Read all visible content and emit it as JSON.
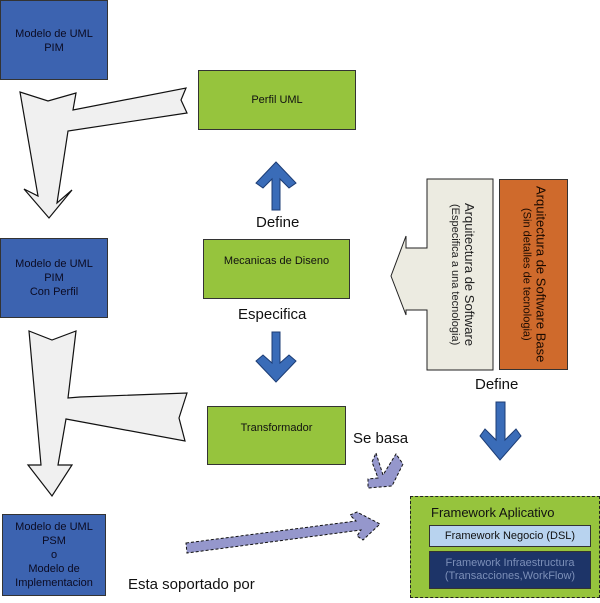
{
  "nodes": {
    "pim": {
      "lines": [
        "Modelo de UML",
        "PIM"
      ]
    },
    "pim_profile": {
      "lines": [
        "Modelo de UML",
        "PIM",
        "Con Perfil"
      ]
    },
    "psm": {
      "lines": [
        "Modelo de UML",
        "PSM",
        "o",
        "Modelo de",
        "Implementacion"
      ]
    },
    "uml_profile": {
      "label": "Perfil UML"
    },
    "design_mechanics": {
      "label": "Mecanicas de Diseno"
    },
    "transformer": {
      "label": "Transformador"
    },
    "software_arch": {
      "title": "Arquitectura de Software",
      "subtitle": "(Especifica a una tecnologia)"
    },
    "base_arch": {
      "title": "Arquitectura de Software Base",
      "subtitle": "(Sin detalles de tecnologia)"
    },
    "framework_app": {
      "title": "Framework Aplicativo"
    },
    "framework_business": {
      "label": "Framework Negocio (DSL)"
    },
    "framework_infra": {
      "lines": [
        "Framework Infraestructura",
        "(Transacciones,WorkFlow)"
      ]
    }
  },
  "edge_labels": {
    "define_top": "Define",
    "specifies": "Especifica",
    "define_right": "Define",
    "based_on": "Se basa",
    "supported_by": "Esta soportado por"
  },
  "colors": {
    "model_blue": "#3c63b0",
    "process_green": "#96c43d",
    "arch_beige": "#ecebe1",
    "base_orange": "#cf6a2c",
    "arrow_blue": "#3a6cb8",
    "dashed_arrow": "#9597cc",
    "business_lightblue": "#b8d3ef",
    "infra_navy": "#1d3468"
  }
}
